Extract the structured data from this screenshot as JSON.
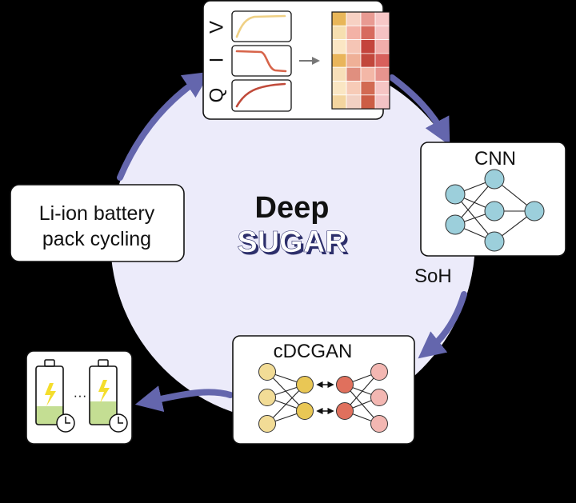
{
  "center": {
    "line1": "Deep",
    "line2": "SUGAR"
  },
  "left_box": {
    "line1": "Li-ion battery",
    "line2": "pack cycling"
  },
  "top_panel": {
    "labels": {
      "v": "V",
      "i": "I",
      "q": "Q"
    }
  },
  "cnn": {
    "title": "CNN"
  },
  "soh_label": "SoH",
  "cdcgan": {
    "title": "cDCGAN"
  },
  "battery_panel": {
    "ellipsis": "···"
  },
  "colors": {
    "circle": "#ecebfa",
    "arrow": "#6466ad",
    "cnn_node": "#9ccfdb",
    "gen_node": "#f2dc96",
    "gen_mid": "#e9c755",
    "disc_mid": "#e0705d",
    "disc_node": "#f3b7b2",
    "battery_fill": "#c4de93",
    "bolt": "#f4dd2c",
    "v_curve": "#efd084",
    "i_curve": "#d7644a",
    "q_curve": "#c04a3a"
  },
  "heatmap": [
    [
      "#e8b659",
      "#f7d1c3",
      "#e89a92",
      "#f7c7c7"
    ],
    [
      "#f6dfb0",
      "#f3b2a6",
      "#d76a5e",
      "#f5c2c3"
    ],
    [
      "#fbe6c4",
      "#f5c5b5",
      "#c4443c",
      "#f1adab"
    ],
    [
      "#e9b55b",
      "#efb097",
      "#c2473c",
      "#d8605c"
    ],
    [
      "#f7dfb9",
      "#e08f7f",
      "#f3b7a7",
      "#e7948e"
    ],
    [
      "#fae6c3",
      "#f7cbb7",
      "#d26a52",
      "#f6c5c4"
    ],
    [
      "#f3d59f",
      "#f2d1c3",
      "#cc5d45",
      "#f3c3c5"
    ]
  ]
}
